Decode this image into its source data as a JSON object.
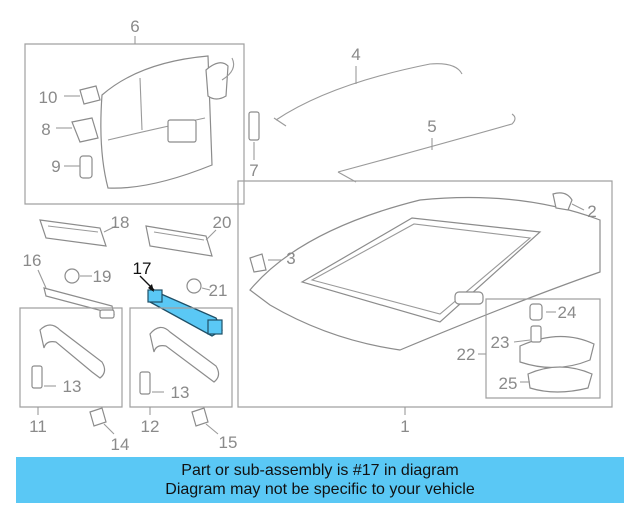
{
  "diagram": {
    "callouts": {
      "c1": "1",
      "c2": "2",
      "c3": "3",
      "c4": "4",
      "c5": "5",
      "c6": "6",
      "c7": "7",
      "c8": "8",
      "c9": "9",
      "c10": "10",
      "c11": "11",
      "c12": "12",
      "c13a": "13",
      "c13b": "13",
      "c14": "14",
      "c15": "15",
      "c16": "16",
      "c17": "17",
      "c18": "18",
      "c19": "19",
      "c20": "20",
      "c21": "21",
      "c22": "22",
      "c23": "23",
      "c24": "24",
      "c25": "25"
    },
    "highlighted_part": "17",
    "highlight_color": "#5ac8f5"
  },
  "banner": {
    "line1": "Part or sub-assembly is #17 in diagram",
    "line2": "Diagram may not be specific to your vehicle",
    "background": "#5ac8f5"
  }
}
